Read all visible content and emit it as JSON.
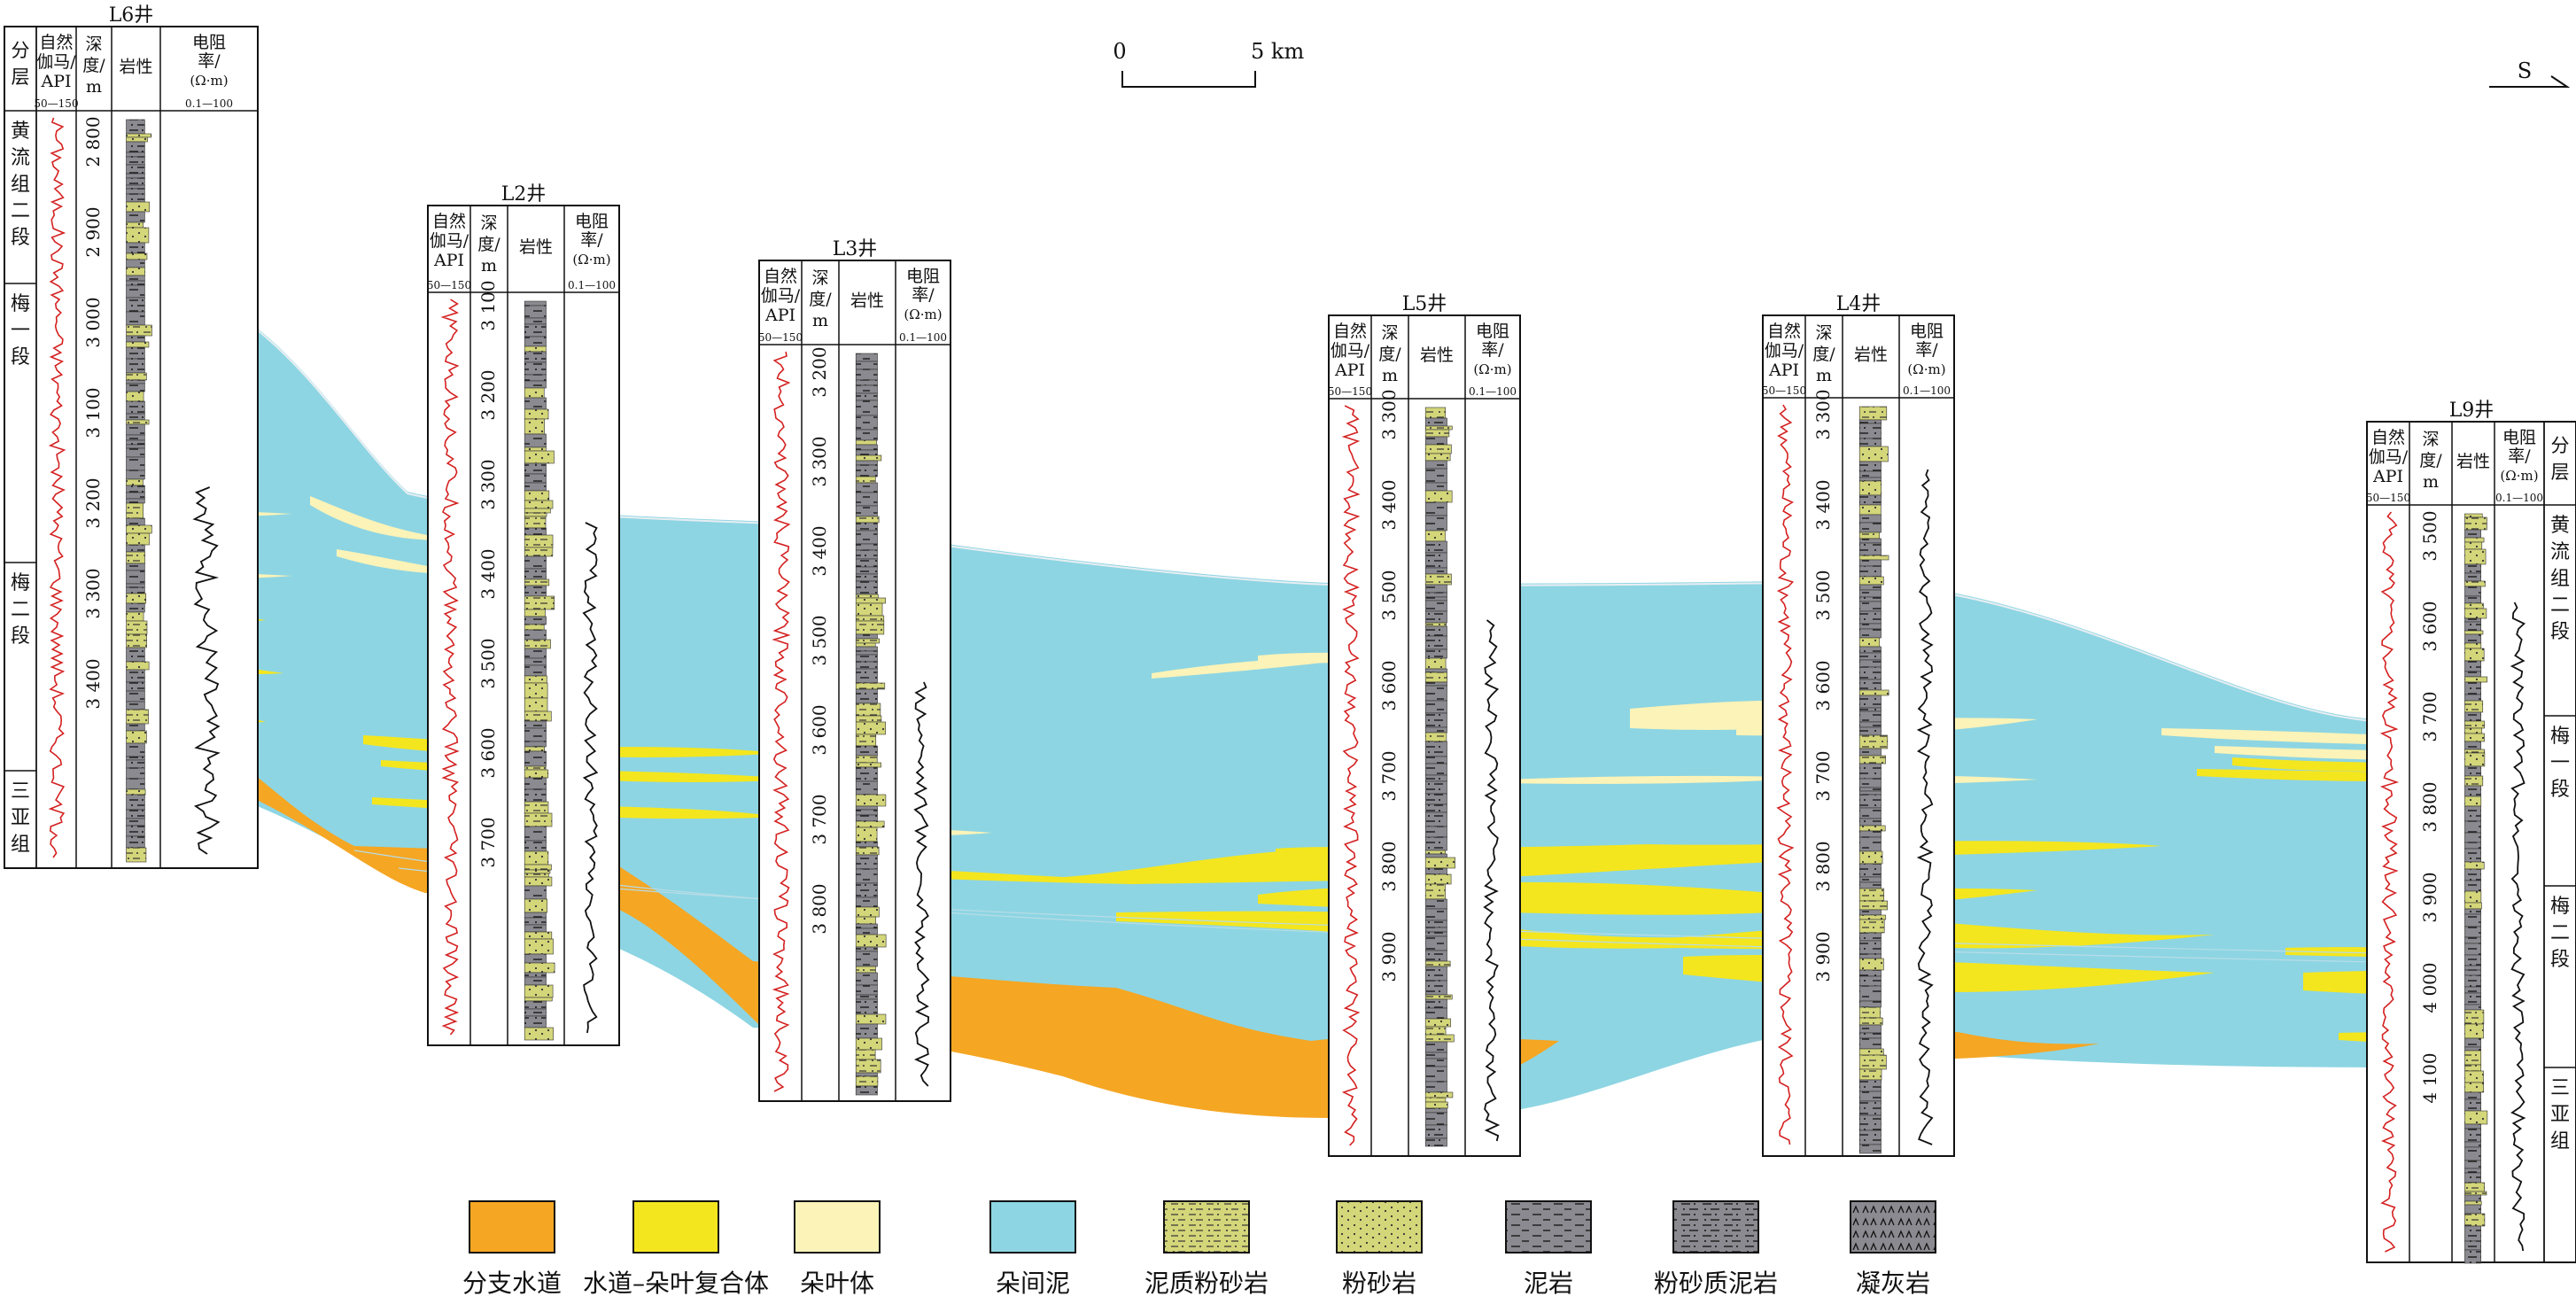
{
  "wells": [
    {
      "id": "L6",
      "name": "L6井",
      "headers": {
        "strata": "分层",
        "gamma": [
          "自然",
          "伽马/",
          "API"
        ],
        "gamma_range": "50—150",
        "depth": [
          "深",
          "度/",
          "m"
        ],
        "lith": "岩性",
        "res": [
          "电阻",
          "率/",
          "(Ω·m)"
        ],
        "res_range": "0.1—100"
      },
      "depth_ticks": [
        "2 800",
        "2 900",
        "3 000",
        "3 100",
        "3 200",
        "3 300",
        "3 400"
      ],
      "strata": [
        [
          "黄",
          "流",
          "组",
          "二",
          "段"
        ],
        [
          "梅",
          "一",
          "段"
        ],
        [
          "梅",
          "二",
          "段"
        ],
        [
          "三",
          "亚",
          "组"
        ]
      ]
    },
    {
      "id": "L2",
      "name": "L2井",
      "headers": {
        "gamma": [
          "自然",
          "伽马/",
          "API"
        ],
        "gamma_range": "50—150",
        "depth": [
          "深",
          "度/",
          "m"
        ],
        "lith": "岩性",
        "res": [
          "电阻",
          "率/",
          "(Ω·m)"
        ],
        "res_range": "0.1—100"
      },
      "depth_ticks": [
        "3 100",
        "3 200",
        "3 300",
        "3 400",
        "3 500",
        "3 600",
        "3 700"
      ]
    },
    {
      "id": "L3",
      "name": "L3井",
      "headers": {
        "gamma": [
          "自然",
          "伽马/",
          "API"
        ],
        "gamma_range": "50—150",
        "depth": [
          "深",
          "度/",
          "m"
        ],
        "lith": "岩性",
        "res": [
          "电阻",
          "率/",
          "(Ω·m)"
        ],
        "res_range": "0.1—100"
      },
      "depth_ticks": [
        "3 200",
        "3 300",
        "3 400",
        "3 500",
        "3 600",
        "3 700",
        "3 800"
      ]
    },
    {
      "id": "L5",
      "name": "L5井",
      "headers": {
        "gamma": [
          "自然",
          "伽马/",
          "API"
        ],
        "gamma_range": "50—150",
        "depth": [
          "深",
          "度/",
          "m"
        ],
        "lith": "岩性",
        "res": [
          "电阻",
          "率/",
          "(Ω·m)"
        ],
        "res_range": "0.1—100"
      },
      "depth_ticks": [
        "3 300",
        "3 400",
        "3 500",
        "3 600",
        "3 700",
        "3 800",
        "3 900"
      ]
    },
    {
      "id": "L4",
      "name": "L4井",
      "headers": {
        "gamma": [
          "自然",
          "伽马/",
          "API"
        ],
        "gamma_range": "50—150",
        "depth": [
          "深",
          "度/",
          "m"
        ],
        "lith": "岩性",
        "res": [
          "电阻",
          "率/",
          "(Ω·m)"
        ],
        "res_range": "0.1—100"
      },
      "depth_ticks": [
        "3 300",
        "3 400",
        "3 500",
        "3 600",
        "3 700",
        "3 800",
        "3 900"
      ]
    },
    {
      "id": "L9",
      "name": "L9井",
      "headers": {
        "strata": "分层",
        "gamma": [
          "自然",
          "伽马/",
          "API"
        ],
        "gamma_range": "50—150",
        "depth": [
          "深",
          "度/",
          "m"
        ],
        "lith": "岩性",
        "res": [
          "电阻",
          "率/",
          "(Ω·m)"
        ],
        "res_range": "0.1—100"
      },
      "depth_ticks": [
        "3 500",
        "3 600",
        "3 700",
        "3 800",
        "3 900",
        "4 000",
        "4 100"
      ],
      "strata": [
        [
          "黄",
          "流",
          "组",
          "二",
          "段"
        ],
        [
          "梅",
          "一",
          "段"
        ],
        [
          "梅",
          "二",
          "段"
        ],
        [
          "三",
          "亚",
          "组"
        ]
      ]
    }
  ],
  "scale_bar": {
    "start": "0",
    "end": "5 km"
  },
  "direction": "S",
  "legend": [
    {
      "label": "分支水道",
      "color": "#F5A623",
      "pattern": "solid"
    },
    {
      "label": "水道–朵叶复合体",
      "color": "#F4E61E",
      "pattern": "solid"
    },
    {
      "label": "朵叶体",
      "color": "#FBF3B8",
      "pattern": "solid"
    },
    {
      "label": "朵间泥",
      "color": "#8DD5E3",
      "pattern": "solid"
    },
    {
      "label": "泥质粉砂岩",
      "color": "#D4D67A",
      "pattern": "dash-dot"
    },
    {
      "label": "粉砂岩",
      "color": "#D4D67A",
      "pattern": "dot"
    },
    {
      "label": "泥岩",
      "color": "#8A8A90",
      "pattern": "dash"
    },
    {
      "label": "粉砂质泥岩",
      "color": "#8A8A90",
      "pattern": "dash-dot"
    },
    {
      "label": "凝灰岩",
      "color": "#8A8A90",
      "pattern": "caret"
    }
  ],
  "colors": {
    "channel": "#F5A623",
    "complex": "#F4E61E",
    "lobe": "#FBF3B8",
    "mud": "#8DD5E3",
    "gamma_curve": "#D42020",
    "res_curve": "#111111"
  }
}
